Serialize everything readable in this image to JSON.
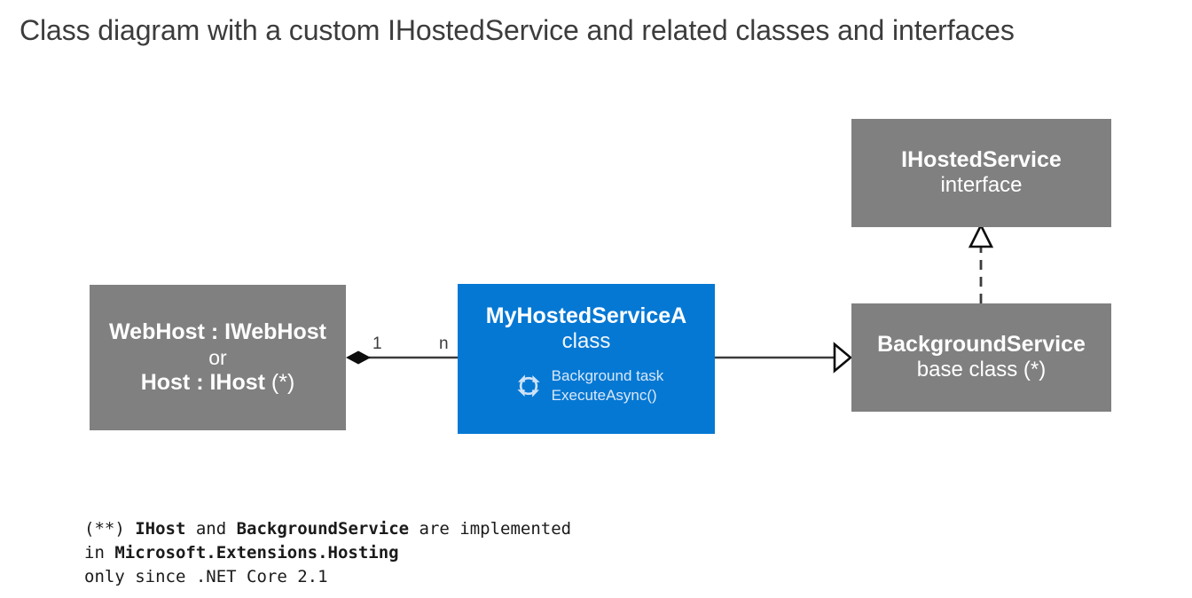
{
  "title": "Class diagram with a custom IHostedService and related classes and interfaces",
  "colors": {
    "gray_box": "#808080",
    "blue_box": "#0578d4",
    "title_text": "#3c3c3c",
    "connector": "#3c3c3c",
    "box_text": "#ffffff",
    "background": "#ffffff"
  },
  "boxes": {
    "webhost": {
      "line1": "WebHost : IWebHost",
      "line2": "or",
      "line3_bold": "Host : IHost",
      "line3_normal": " (*)",
      "kind": "gray"
    },
    "myhostedservicea": {
      "title": "MyHostedServiceA",
      "stereotype": "class",
      "icon": "background-task-loop-icon",
      "task_line1": "Background task",
      "task_line2": "ExecuteAsync()",
      "kind": "blue"
    },
    "ihostedservice": {
      "title": "IHostedService",
      "stereotype": "interface",
      "kind": "gray"
    },
    "backgroundservice": {
      "title": "BackgroundService",
      "stereotype": "base class (*)",
      "kind": "gray"
    }
  },
  "connectors": {
    "composition": {
      "type": "composition",
      "from": "webhost",
      "to": "myhostedservicea",
      "source_multiplicity": "1",
      "target_multiplicity": "n",
      "marker": "filled-diamond"
    },
    "inheritance": {
      "type": "generalization",
      "from": "myhostedservicea",
      "to": "backgroundservice",
      "marker": "hollow-triangle",
      "line": "solid"
    },
    "realization": {
      "type": "realization",
      "from": "backgroundservice",
      "to": "ihostedservice",
      "marker": "hollow-triangle",
      "line": "dashed"
    }
  },
  "footer": {
    "line1_a": "(**) ",
    "line1_b": "IHost",
    "line1_c": " and ",
    "line1_d": "BackgroundService",
    "line1_e": " are implemented",
    "line2_a": "in ",
    "line2_b": "Microsoft.Extensions.Hosting",
    "line3": "only since .NET Core 2.1"
  }
}
